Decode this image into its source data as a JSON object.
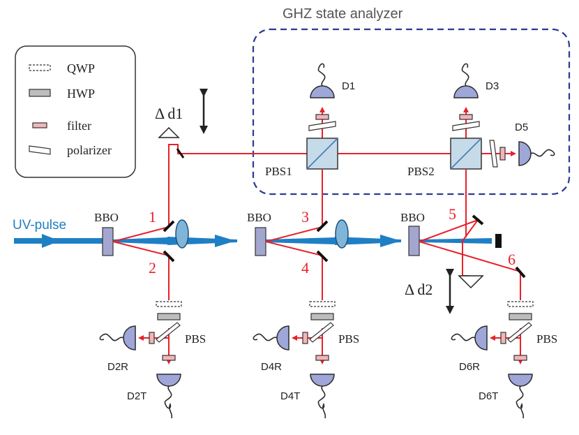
{
  "title": "GHZ state analyzer",
  "legend": {
    "items": [
      {
        "symbol": "dashed-plate",
        "label": "QWP"
      },
      {
        "symbol": "grey-plate",
        "label": "HWP"
      },
      {
        "symbol": "pink-plate",
        "label": "filter"
      },
      {
        "symbol": "slanted-plate",
        "label": "polarizer"
      }
    ]
  },
  "pump": {
    "label": "UV-pulse"
  },
  "crystals": [
    "BBO",
    "BBO",
    "BBO"
  ],
  "beams": [
    "1",
    "2",
    "3",
    "4",
    "5",
    "6"
  ],
  "beam_splitters": [
    "PBS1",
    "PBS2",
    "PBS",
    "PBS",
    "PBS"
  ],
  "delays": [
    "Δ d1",
    "Δ d2"
  ],
  "detectors": [
    "D1",
    "D3",
    "D5",
    "D2R",
    "D2T",
    "D4R",
    "D4T",
    "D6R",
    "D6T"
  ],
  "colors": {
    "beam": "#e8202a",
    "pump": "#1f7fc4",
    "box": "#2b3a8f",
    "detector": "#9fa6d8"
  }
}
